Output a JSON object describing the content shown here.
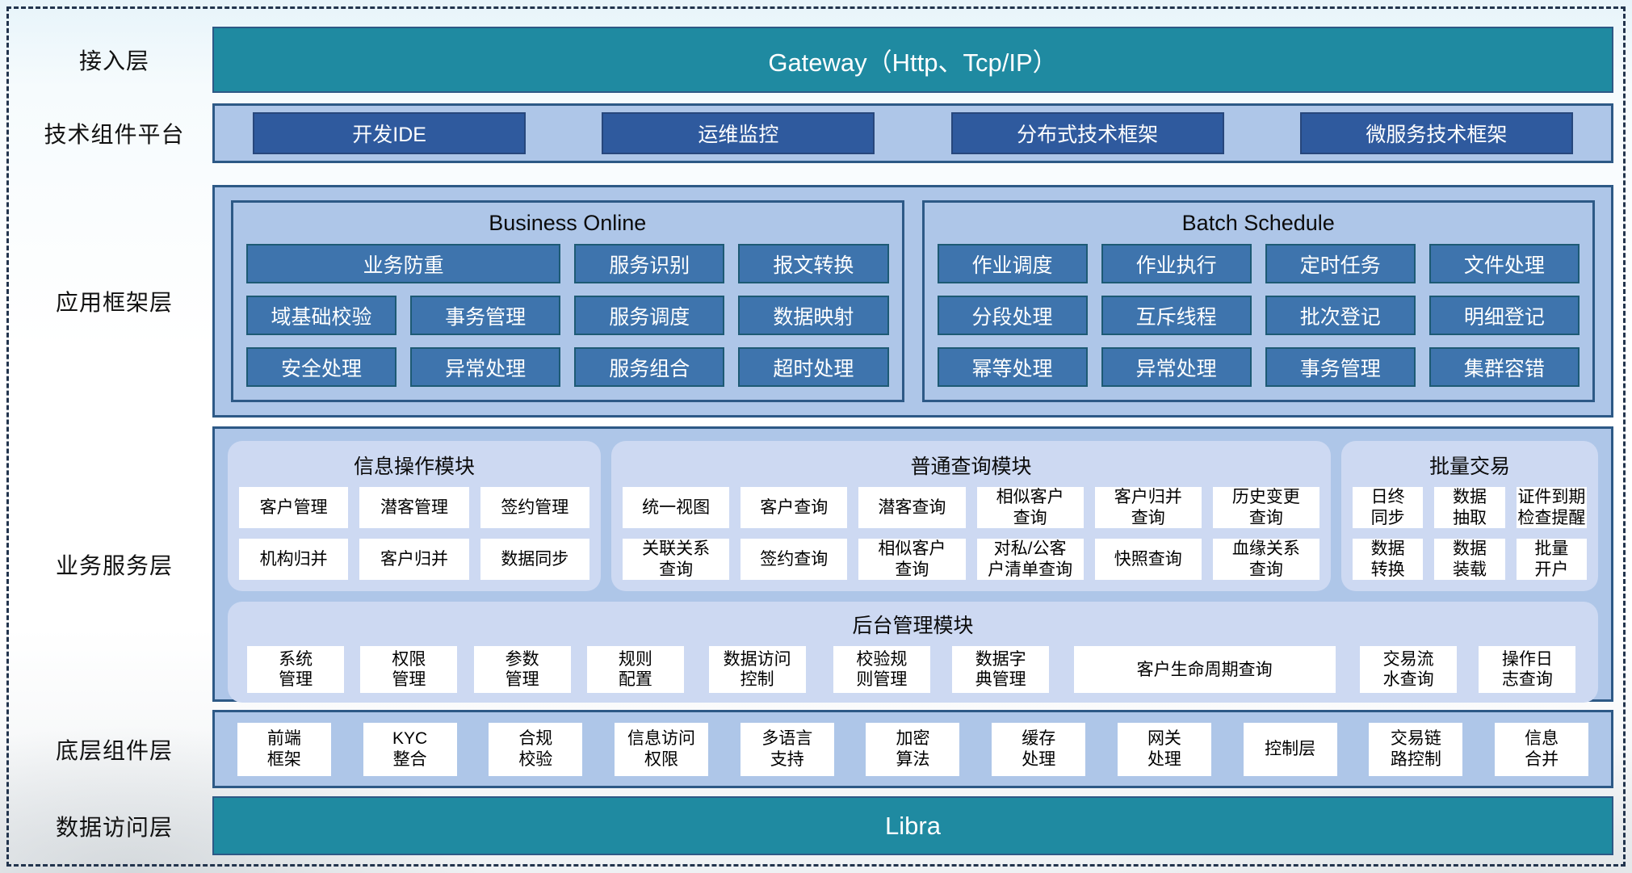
{
  "access": {
    "label": "接入层",
    "bar": "Gateway（Http、Tcp/IP）"
  },
  "tech": {
    "label": "技术组件平台",
    "items": [
      "开发IDE",
      "运维监控",
      "分布式技术框架",
      "微服务技术框架"
    ]
  },
  "framework": {
    "label": "应用框架层",
    "business_online": {
      "title": "Business Online",
      "items": [
        "业务防重",
        "服务识别",
        "报文转换",
        "域基础校验",
        "事务管理",
        "服务调度",
        "数据映射",
        "安全处理",
        "异常处理",
        "服务组合",
        "超时处理"
      ]
    },
    "batch_schedule": {
      "title": "Batch Schedule",
      "items": [
        "作业调度",
        "作业执行",
        "定时任务",
        "文件处理",
        "分段处理",
        "互斥线程",
        "批次登记",
        "明细登记",
        "幂等处理",
        "异常处理",
        "事务管理",
        "集群容错"
      ]
    }
  },
  "business": {
    "label": "业务服务层",
    "info_ops": {
      "title": "信息操作模块",
      "items": [
        "客户管理",
        "潜客管理",
        "签约管理",
        "机构归并",
        "客户归并",
        "数据同步"
      ]
    },
    "query": {
      "title": "普通查询模块",
      "items": [
        "统一视图",
        "客户查询",
        "潜客查询",
        "相似客户\n查询",
        "客户归并\n查询",
        "历史变更\n查询",
        "关联关系\n查询",
        "签约查询",
        "相似客户\n查询",
        "对私/公客\n户清单查询",
        "快照查询",
        "血缘关系\n查询"
      ]
    },
    "batch_trade": {
      "title": "批量交易",
      "items": [
        "日终\n同步",
        "数据\n抽取",
        "证件到期\n检查提醒",
        "数据\n转换",
        "数据\n装载",
        "批量\n开户"
      ]
    },
    "backend": {
      "title": "后台管理模块",
      "items": [
        "系统\n管理",
        "权限\n管理",
        "参数\n管理",
        "规则\n配置",
        "数据访问\n控制",
        "校验规\n则管理",
        "数据字\n典管理",
        "客户生命周期查询",
        "交易流\n水查询",
        "操作日\n志查询"
      ]
    }
  },
  "bottom": {
    "label": "底层组件层",
    "items": [
      "前端\n框架",
      "KYC\n整合",
      "合规\n校验",
      "信息访问\n权限",
      "多语言\n支持",
      "加密\n算法",
      "缓存\n处理",
      "网关\n处理",
      "控制层",
      "交易链\n路控制",
      "信息\n合并"
    ]
  },
  "data_access": {
    "label": "数据访问层",
    "bar": "Libra"
  },
  "colors": {
    "teal": "#1f8aa1",
    "panel_blue": "#aec6e8",
    "button_blue": "#3e74ad",
    "navy_button": "#2f5a9e",
    "module_blue": "#cdd9f2",
    "border_navy": "#2d5986"
  }
}
